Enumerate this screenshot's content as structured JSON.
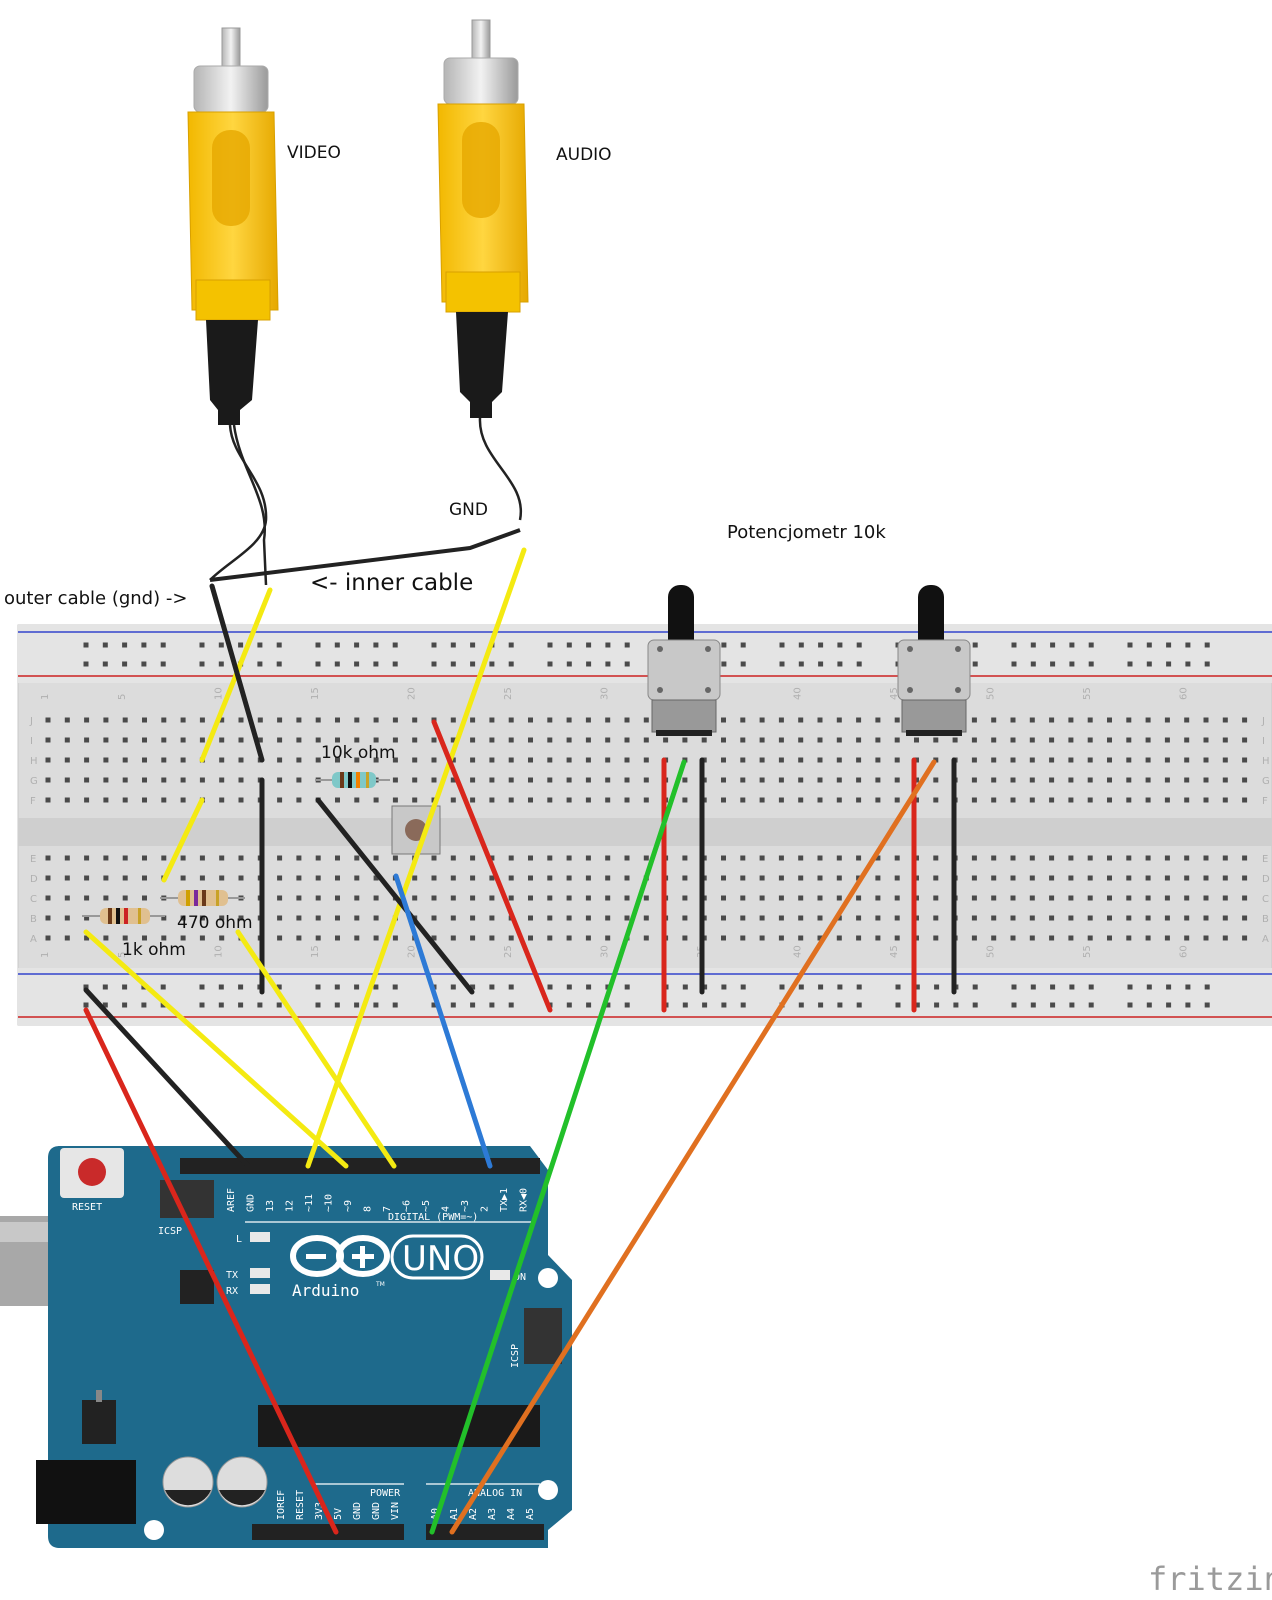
{
  "labels": {
    "video": "VIDEO",
    "audio": "AUDIO",
    "gnd": "GND",
    "potentiometer": "Potencjometr 10k",
    "outer_cable": "outer cable (gnd) ->",
    "inner_cable": "<- inner cable",
    "r10k": "10k ohm",
    "r470": "470 ohm",
    "r1k": "1k ohm",
    "fritzing": "fritzing"
  },
  "arduino": {
    "reset": "RESET",
    "icsp": "ICSP",
    "icsp2": "ICSP",
    "uno": "UNO",
    "brand": "Arduino",
    "tm": "TM",
    "digital": "DIGITAL (PWM=~)",
    "power": "POWER",
    "analog": "ANALOG IN",
    "led_l": "L",
    "led_tx": "TX",
    "led_rx": "RX",
    "on": "ON",
    "digital_pins": [
      "AREF",
      "GND",
      "13",
      "12",
      "~11",
      "~10",
      "~9",
      "8",
      "7",
      "~6",
      "~5",
      "4",
      "~3",
      "2",
      "TX▶1",
      "RX◀0"
    ],
    "power_pins": [
      "IOREF",
      "RESET",
      "3V3",
      "5V",
      "GND",
      "GND",
      "VIN"
    ],
    "analog_pins": [
      "A0",
      "A1",
      "A2",
      "A3",
      "A4",
      "A5"
    ]
  },
  "breadboard": {
    "column_numbers": [
      "1",
      "5",
      "10",
      "15",
      "20",
      "25",
      "30",
      "35",
      "40",
      "45",
      "50",
      "55",
      "60"
    ],
    "row_letters_top": [
      "J",
      "I",
      "H",
      "G",
      "F"
    ],
    "row_letters_bottom": [
      "E",
      "D",
      "C",
      "B",
      "A"
    ]
  },
  "wire_colors": {
    "red": "#d9261c",
    "black": "#222222",
    "yellow": "#f4ea12",
    "blue": "#2d7ad6",
    "green": "#22c02a",
    "orange": "#e07020",
    "arduino_blue": "#1e6a8c",
    "rca_yellow": "#f8c81c"
  }
}
